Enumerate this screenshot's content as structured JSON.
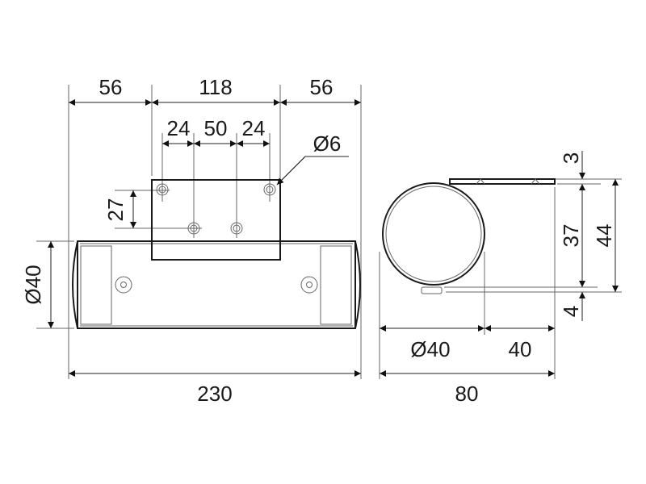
{
  "front_view": {
    "overall_width": "230",
    "left_offset": "56",
    "plate_width": "118",
    "right_offset": "56",
    "hole_spacing_left": "24",
    "hole_spacing_mid": "50",
    "hole_spacing_right": "24",
    "hole_diameter": "Ø6",
    "hole_vertical_offset": "27",
    "tube_diameter": "Ø40"
  },
  "side_view": {
    "tube_diameter": "Ø40",
    "projection": "40",
    "overall_depth": "80",
    "plate_thickness": "3",
    "height_inner": "37",
    "height_total": "44",
    "foot_height": "4"
  }
}
